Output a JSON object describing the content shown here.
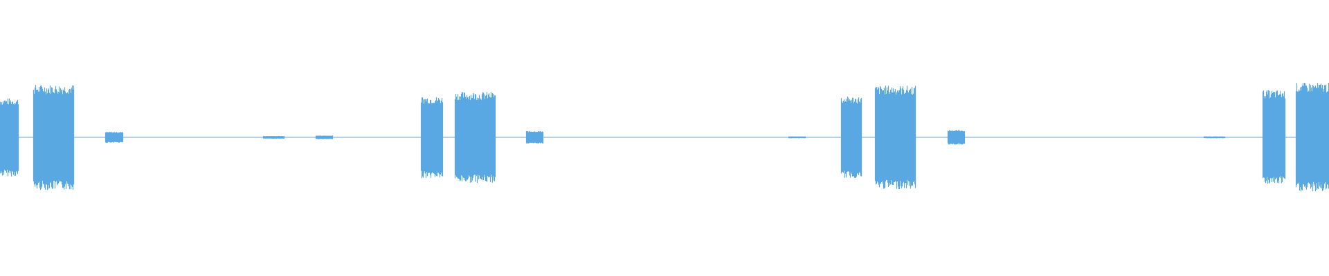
{
  "waveform": {
    "color": "#5aa8e3",
    "background": "#ffffff",
    "duration_units": 1568,
    "baseline_amplitude": 0.004,
    "max_amplitude_scale": 1.0,
    "segments": [
      {
        "start": 0,
        "end": 22,
        "amplitude": 0.43
      },
      {
        "start": 39,
        "end": 87,
        "amplitude": 0.58
      },
      {
        "start": 124,
        "end": 145,
        "amplitude": 0.06
      },
      {
        "start": 310,
        "end": 335,
        "amplitude": 0.015
      },
      {
        "start": 372,
        "end": 392,
        "amplitude": 0.02
      },
      {
        "start": 496,
        "end": 522,
        "amplitude": 0.45
      },
      {
        "start": 536,
        "end": 584,
        "amplitude": 0.5
      },
      {
        "start": 620,
        "end": 641,
        "amplitude": 0.07
      },
      {
        "start": 930,
        "end": 950,
        "amplitude": 0.01
      },
      {
        "start": 992,
        "end": 1016,
        "amplitude": 0.45
      },
      {
        "start": 1032,
        "end": 1080,
        "amplitude": 0.57
      },
      {
        "start": 1118,
        "end": 1138,
        "amplitude": 0.08
      },
      {
        "start": 1420,
        "end": 1445,
        "amplitude": 0.01
      },
      {
        "start": 1489,
        "end": 1516,
        "amplitude": 0.52
      },
      {
        "start": 1528,
        "end": 1568,
        "amplitude": 0.6
      }
    ]
  }
}
